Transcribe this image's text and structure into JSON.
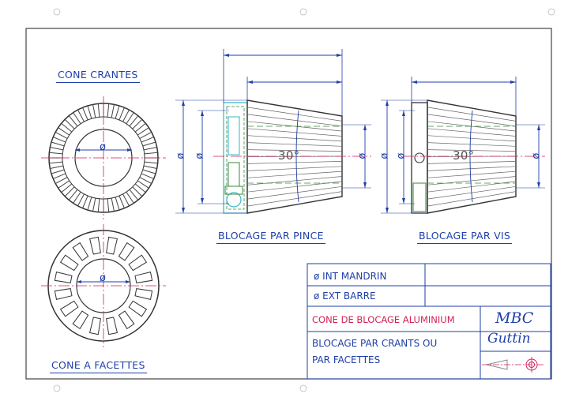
{
  "views": {
    "cone_crantes": "CONE CRANTES",
    "cone_facettes": "CONE A FACETTES",
    "blocage_pince": "BLOCAGE PAR PINCE",
    "blocage_vis": "BLOCAGE PAR VIS"
  },
  "dims": {
    "diameter": "ø",
    "angle": "30°"
  },
  "title_block": {
    "int_mandrin": "ø INT MANDRIN",
    "ext_barre": "ø EXT BARRE",
    "title": "CONE DE BLOCAGE ALUMINIUM",
    "desc_line1": "BLOCAGE PAR CRANTS OU",
    "desc_line2": "PAR FACETTES",
    "brand_line1": "MBC",
    "brand_line2": "Guttin",
    "projection_symbol": "first-angle-projection-icon"
  },
  "colors": {
    "line": "#1f3fa8",
    "outline": "#333333",
    "accent_red": "#d21f5a",
    "hidden_green": "#3a8a3a",
    "cyan": "#33b5c9"
  }
}
